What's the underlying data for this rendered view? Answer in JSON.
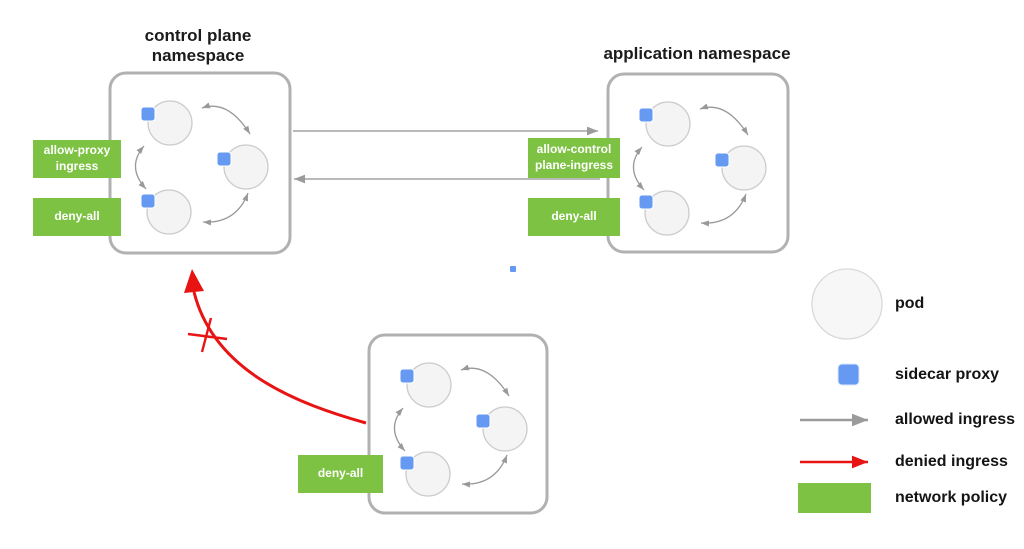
{
  "titles": {
    "control_plane": "control plane namespace",
    "application": "application namespace"
  },
  "policies": {
    "allow_proxy_ingress": "allow-proxy ingress",
    "deny_all_control_plane": "deny-all",
    "allow_control_plane_ingress": "allow-control plane-ingress",
    "deny_all_application": "deny-all",
    "deny_all_unnamed": "deny-all"
  },
  "legend": {
    "pod": "pod",
    "sidecar_proxy": "sidecar proxy",
    "allowed_ingress": "allowed ingress",
    "denied_ingress": "denied ingress",
    "network_policy": "network policy"
  },
  "colors": {
    "network_policy_green": "#7dc242",
    "sidecar_proxy_blue": "#6699f2",
    "allowed_ingress_gray": "#999999",
    "denied_ingress_red": "#e81313",
    "namespace_border": "#b1b1b1",
    "pod_fill": "#f4f4f4",
    "pod_border": "#cccccc"
  }
}
